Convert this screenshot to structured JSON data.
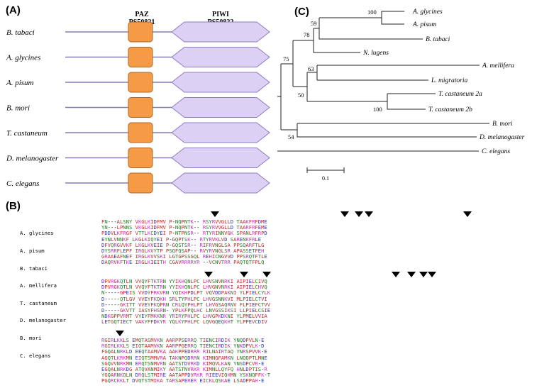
{
  "panel_a": {
    "label": "(A)",
    "domains": [
      {
        "name": "PAZ",
        "id": "PS50821",
        "color": "#f59a45"
      },
      {
        "name": "PIWI",
        "id": "PS50822",
        "color": "#dcd0f4"
      }
    ],
    "species": [
      "B. tabaci",
      "A. glycines",
      "A. pisum",
      "B. mori",
      "T. castaneum",
      "D. melanogaster",
      "C. elegans"
    ]
  },
  "panel_b": {
    "label": "(B)",
    "species": [
      "A. glycines",
      "A. pisum",
      "B. tabaci",
      "A. mellifera",
      "T. castaneum",
      "D. melanogaster",
      "B. mori",
      "C. elegans"
    ],
    "blocks": [
      [
        "FN---ALSNY VKGLKIDFMV P-NQPNTK-- RSYRVVGLLD TAAKFRFDME",
        "YN---LPNNS VKGLKIDFMV P-NQPNTK-- RSYRVVGLLD TAARFRFEME",
        "PDDVLKFRGF VTTLKCDYEI P-NTPNSR-- RTYRINNVGK SPANLRFRPD",
        "EYNLVNNKF LKGLKIQYEI P-GQPTSK-- RTYRVKLVD SARENKFRLE",
        "DFVQRGVVKF LKGLKVEIE P-GQSTSR-- RIFRVNGLSA PPSQARFTLG",
        "DYSRRFLEPF IRGLKVYTP PSQFQSAP-- RVYRVNGLSR APASSETFEH",
        "GRAAEAFNEF IRGLKVVSKI LGTGPSSGQL REHICNGVVD PPSRQTFTLE",
        "DAQRVKFTKE IRGLKIEITH CGAVRRRRYR --VCNVTRR PAQTQTFPLQ"
      ],
      [
        "DPVRGKQTLN VVQYFTKTRN YYIKHQNLPC LHVSNVNRKI AIPIELCIVQ",
        "DPVRGKQTLN VVQYFTKTRN YYIKHQNLPC LHVGNVNRKI AIPIELCHVQ",
        "N-----GPEIS VVDYFRKVRN YQIKHPDLPT VQVDDPAKNI YLPIELCYLK",
        "D-----QTLGV VVEYFKQKH SRLTYPHLPC LHVGSNNKVI MLPIELCTVI",
        "D-----GKITT VVEYFKQPRN CRLQYPHLPT LHVGSAQRNV FLPIEFCTVV",
        "D-----GKVTT IASYFHSRN- YPLKFPQLHC LNVGSSIKSI LLPIELCSIE",
        "NDKGPPVRMT VYEYFMKKNR YRIRYPHLPC LHVGPKDKNI YLPMELVVIA",
        "LETGQTIECT VAKYFFDKYR YQLKYPHLPC LQVGQEQKHT YLPPEVCDIV"
      ],
      [
        "RGIRLKKLS EMQTASMVKN AARPPSERRQ TIENCIRDIK YNQDPVLN-E",
        "RGIRLKKLS EIQTAAMVKN AARPPGERRQ TIENCIRDIK YNKDPVLK-D",
        "FGQALNRKLD EEQTAAMVKA AAKPPEDRRR RILNAIRTAQ YNRSPVVK-E",
        "AGQTLKRKMN EIQTSMMVRA TAKNPQDRRN KIMNGFAMKN LNQQPTLMNE",
        "SGQVVNRKMN ERQTSNMVRN AATSTDVRKD KIMQVLKAN YNSDPCVR-E",
        "EGQALNRKDG ATQVANMIKY AATSTNVRKR KIMNLLQYFQ HNLDPTIS-R",
        "YGQARNKQLN DRQLSTMIRE AATAPPDVRKR RIEEVIQHMN YSKNQFFK-T",
        "PGQRCKKLT DVQTSTMIKA TARSAPERER EICKLQSKAE LSADPPAH-E"
      ]
    ]
  },
  "panel_c": {
    "label": "(C)",
    "taxa": [
      "A. glycines",
      "A. pisum",
      "B. tabaci",
      "N. lugens",
      "A. mellifera",
      "L. migratoria",
      "T. castaneum 2a",
      "T. castaneum 2b",
      "B. mori",
      "D. melanogaster",
      "C. elegans"
    ],
    "bootstrap": [
      "100",
      "59",
      "78",
      "75",
      "63",
      "50",
      "100",
      "54"
    ],
    "scale": "0.1"
  },
  "colors": {
    "hydrophobic": "#cc2222",
    "polar": "#1c7a1c",
    "basic": "#d12fd1",
    "acidic": "#2233cc",
    "other": "#000000"
  }
}
